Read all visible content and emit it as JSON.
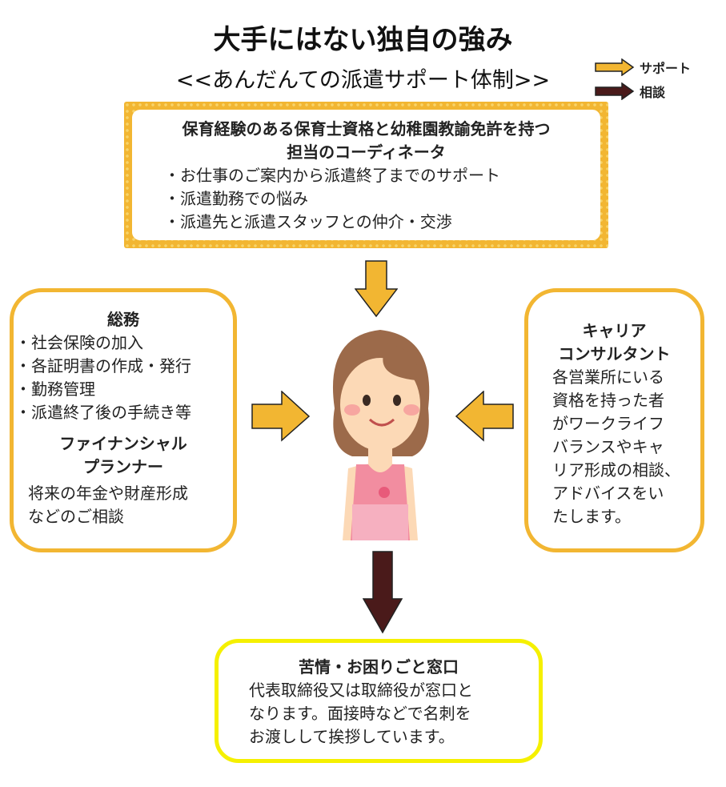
{
  "title": "大手にはない独自の強み",
  "subtitle": "<<あんだんての派遣サポート体制>>",
  "legend": [
    {
      "label": "サポート",
      "color": "#f2b632"
    },
    {
      "label": "相談",
      "color": "#4a1a1a"
    }
  ],
  "coordinator": {
    "heading1": "保育経験のある保育士資格と幼稚園教諭免許を持つ",
    "heading2": "担当のコーディネータ",
    "items": [
      "・お仕事のご案内から派遣終了までのサポート",
      "・派遣勤務での悩み",
      "・派遣先と派遣スタッフとの仲介・交渉"
    ]
  },
  "general_affairs": {
    "heading": "総務",
    "items": [
      "・社会保険の加入",
      "・各証明書の作成・発行",
      "・勤務管理",
      "・派遣終了後の手続き等"
    ]
  },
  "financial_planner": {
    "heading1": "ファイナンシャル",
    "heading2": "プランナー",
    "lines": [
      "将来の年金や財産形成",
      "などのご相談"
    ]
  },
  "career": {
    "heading1": "キャリア",
    "heading2": "コンサルタント",
    "lines": [
      "各営業所にいる",
      "資格を持った者",
      "がワークライフ",
      "バランスやキャ",
      "リア形成の相談、",
      "アドバイスをい",
      "たします。"
    ]
  },
  "complaints": {
    "heading": "苦情・お困りごと窓口",
    "lines": [
      "代表取締役又は取締役が窓口と",
      "なります。面接時などで名刺を",
      "お渡しして挨拶しています。"
    ]
  },
  "colors": {
    "support": "#f2b632",
    "consult": "#4a1a1a",
    "complaint_border": "#f5f000"
  }
}
